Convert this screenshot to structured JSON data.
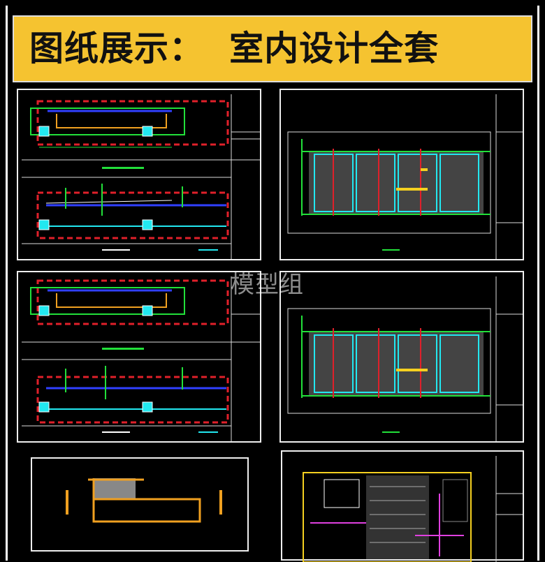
{
  "banner": {
    "title": "图纸展示：  室内设计全套"
  },
  "watermark": "模型组",
  "colors": {
    "banner_bg": "#f5c330",
    "cad_bg": "#000000",
    "red": "#e0202a",
    "green": "#22e03a",
    "cyan": "#22e8f0",
    "yellow": "#f5d020",
    "orange": "#f0a020",
    "blue": "#3040ff",
    "magenta": "#e040e0"
  },
  "sheets": [
    {
      "name": "elevation-sheet-1",
      "type": "section"
    },
    {
      "name": "plan-sheet-1",
      "type": "ceiling"
    },
    {
      "name": "elevation-sheet-2",
      "type": "section"
    },
    {
      "name": "plan-sheet-2",
      "type": "ceiling"
    },
    {
      "name": "detail-sheet",
      "type": "detail"
    },
    {
      "name": "floor-plan-sheet",
      "type": "floorplan"
    }
  ]
}
